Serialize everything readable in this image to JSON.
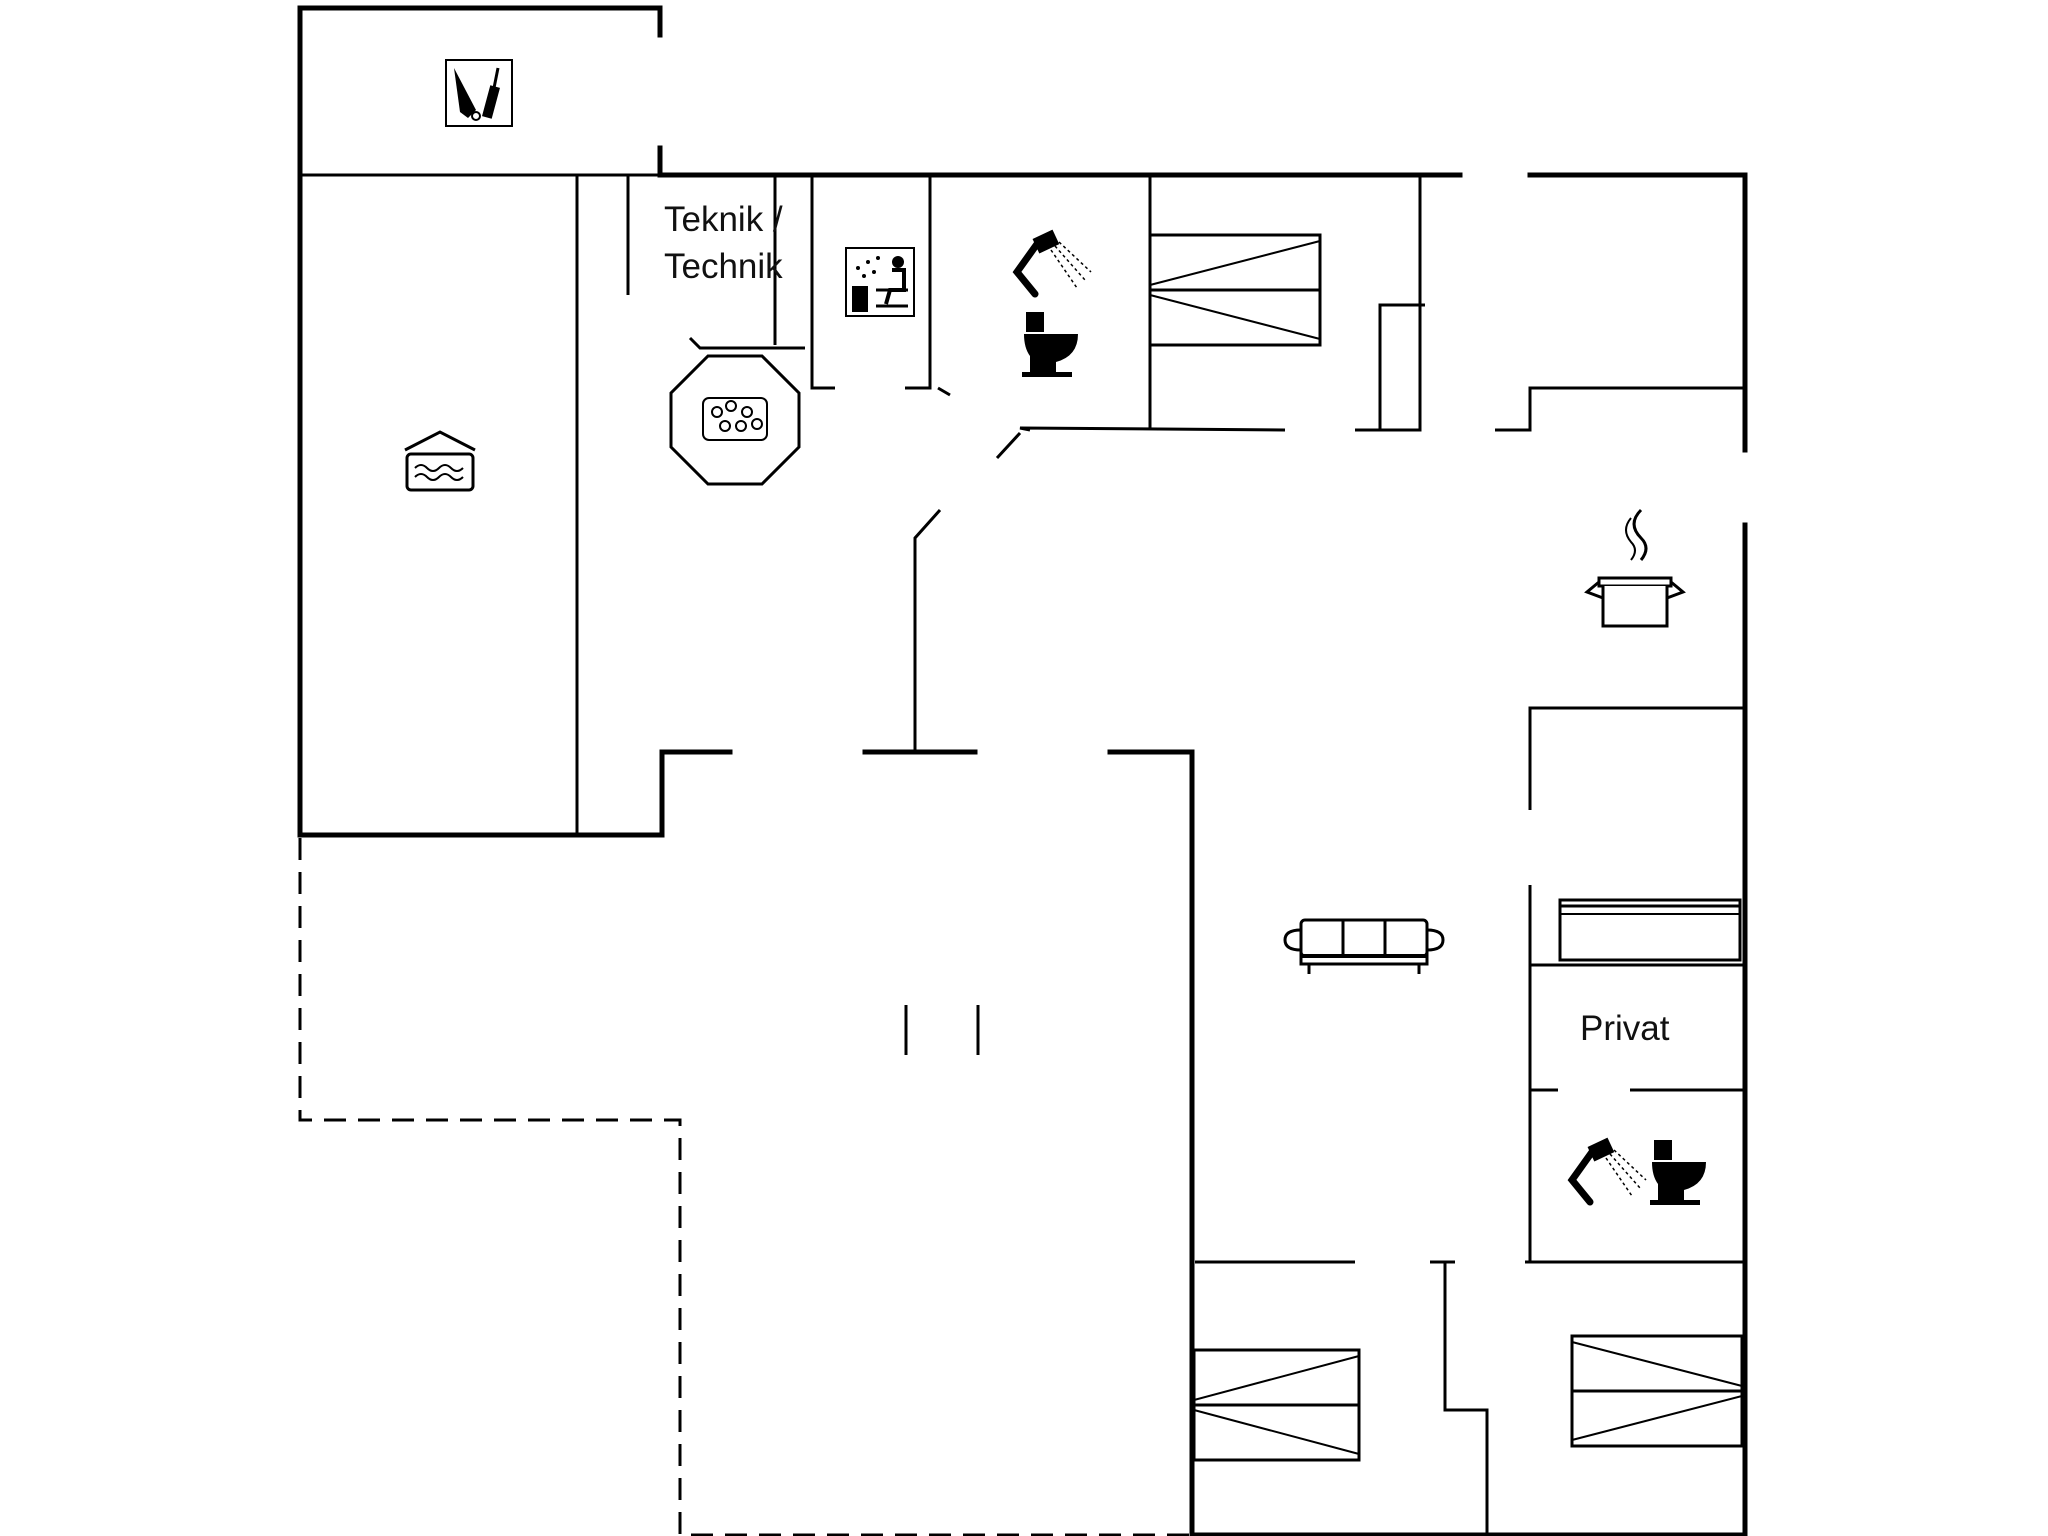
{
  "labels": {
    "technik_line1": "Teknik /",
    "technik_line2": "Technik",
    "private_room": "Privat"
  },
  "icons": [
    "utility-room-icon",
    "swimming-pool-icon",
    "whirlpool-icon",
    "sauna-icon",
    "shower-icon",
    "toilet-icon",
    "kitchen-pot-icon",
    "sofa-icon",
    "bed-icon"
  ],
  "colors": {
    "line": "#000000",
    "background": "#ffffff"
  }
}
